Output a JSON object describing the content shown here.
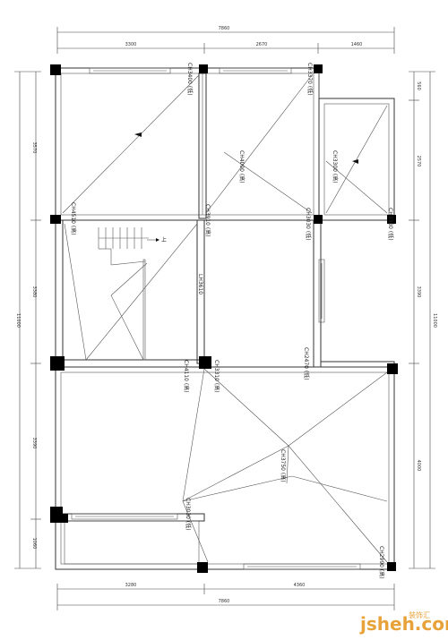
{
  "dimensions": {
    "top_total": "7860",
    "top_seg_1": "3300",
    "top_seg_2": "2670",
    "top_seg_3": "1460",
    "bottom_seg_1": "3280",
    "bottom_seg_2": "4360",
    "bottom_total": "7860",
    "left_seg_1": "3570",
    "left_seg_2": "3380",
    "left_seg_3": "3390",
    "left_seg_4": "1060",
    "left_total": "11000",
    "right_seg_1": "560",
    "right_seg_2": "2570",
    "right_seg_3": "3390",
    "right_seg_4": "4000",
    "right_total": "11000"
  },
  "ceiling_labels": {
    "ch3400": "CH3400 (低)",
    "ch3370": "CH3370 (低)",
    "ch4000": "CH4000 (高)",
    "ch3300": "CH3300 (高)",
    "ch4510": "CH4510 (高)",
    "ch3910": "CH3910 (高)",
    "ch3030": "CH3030 (低)",
    "ch3380": "CH3380 (低)",
    "lh3610": "LH3610",
    "ch2470": "CH2470 (低)",
    "ch4110": "CH4110 (高)",
    "ch3310": "CH3310 (高)",
    "ch3750": "CH3750 (高)",
    "ch3030b": "CH3030 (低)",
    "ch2990": "CH2990 (高)"
  },
  "notes": {
    "stair_arrow": "上"
  },
  "watermark": {
    "brand": "jsheh.com",
    "chinese": "装饰汇"
  }
}
